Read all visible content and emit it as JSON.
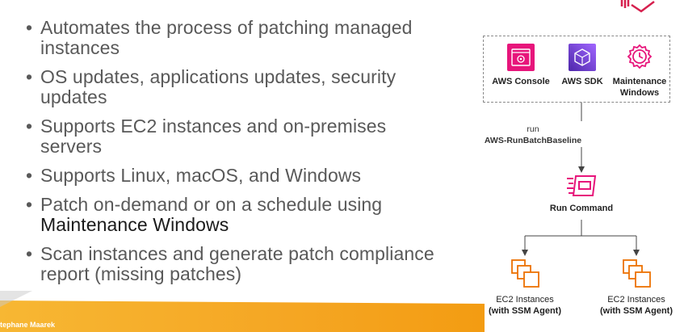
{
  "bullets": [
    {
      "text": "Automates the process of patching managed instances"
    },
    {
      "text": "OS updates, applications updates, security updates"
    },
    {
      "text": "Supports EC2 instances and on-premises servers"
    },
    {
      "text": "Supports Linux, macOS, and Windows"
    },
    {
      "text": "Patch on-demand or on a schedule using ",
      "emphasis": "Maintenance Windows"
    },
    {
      "text": "Scan instances and generate patch compliance report (missing patches)"
    }
  ],
  "diagram": {
    "sources": [
      {
        "label": "AWS Console",
        "icon": "console-icon",
        "color": "#e7157b"
      },
      {
        "label": "AWS SDK",
        "icon": "sdk-icon",
        "color": "#7b68ee"
      },
      {
        "label_line1": "Maintenance",
        "label_line2": "Windows",
        "icon": "clock-gear-icon",
        "color": "#e7157b"
      }
    ],
    "arrow_label_line1": "run",
    "arrow_label_line2": "AWS-RunBatchBaseline",
    "run_command": {
      "label": "Run Command",
      "icon": "run-command-icon",
      "color": "#e7157b"
    },
    "targets": [
      {
        "label_line1": "EC2 Instances",
        "label_line2": "(with SSM Agent)",
        "icon": "ec2-instances-icon",
        "color": "#ed7100"
      },
      {
        "label_line1": "EC2 Instances",
        "label_line2": "(with SSM Agent)",
        "icon": "ec2-instances-icon",
        "color": "#ed7100"
      }
    ]
  },
  "footer": {
    "author": "tephane Maarek",
    "band_color": "#f5a623"
  }
}
